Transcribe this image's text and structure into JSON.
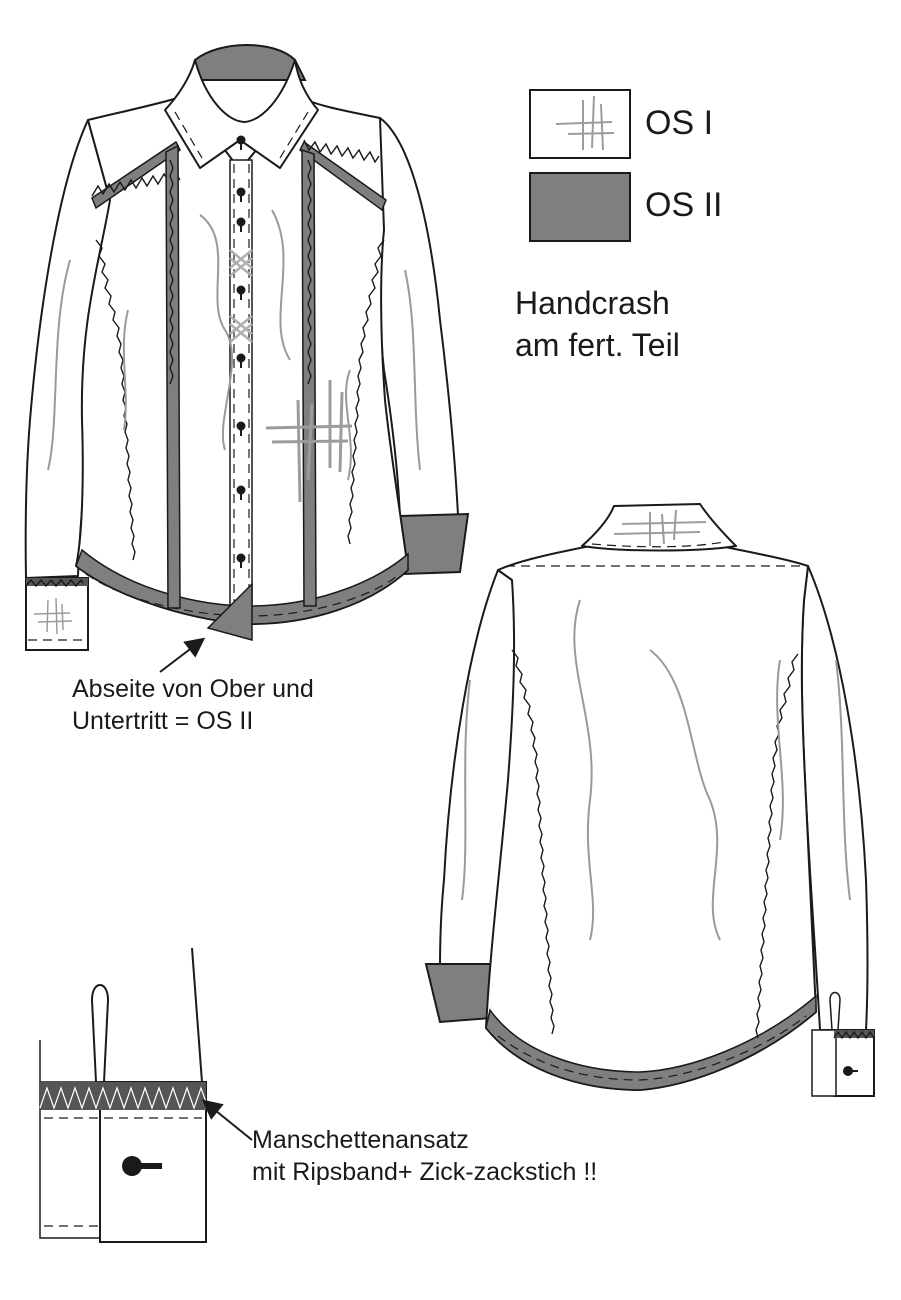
{
  "colors": {
    "os1": "#ffffff",
    "os2": "#7f7f7f",
    "outline": "#1a1a1a",
    "handcrash": "#9c9c9c"
  },
  "legend": [
    {
      "key": "os1",
      "label": "OS I",
      "pattern": "handcrash-cross"
    },
    {
      "key": "os2",
      "label": "OS II",
      "pattern": "solid-gray"
    }
  ],
  "notes": {
    "handcrash": [
      "Handcrash",
      "am fert. Teil"
    ],
    "facing": [
      "Abseite von Ober und",
      "Untertritt = OS II"
    ],
    "cuff": [
      "Manschettenansatz",
      "mit Ripsband+ Zick-zackstich !!"
    ]
  },
  "views": [
    "front-view",
    "back-view",
    "cuff-detail"
  ]
}
